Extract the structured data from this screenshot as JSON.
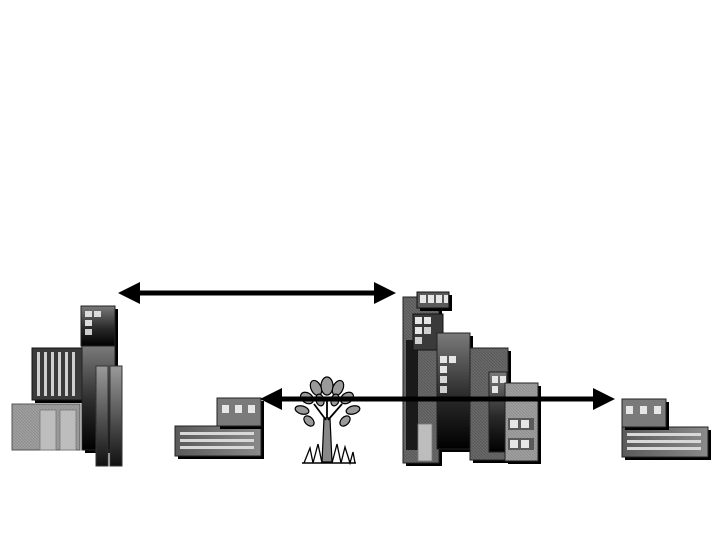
{
  "diagram": {
    "nodes": [
      {
        "id": "tower-block-left",
        "icon": "office-tower-icon"
      },
      {
        "id": "warehouse-small-left",
        "icon": "factory-icon"
      },
      {
        "id": "tree-center",
        "icon": "tree-icon"
      },
      {
        "id": "office-cluster-center",
        "icon": "office-cluster-icon"
      },
      {
        "id": "warehouse-small-right",
        "icon": "factory-icon"
      }
    ],
    "edges": [
      {
        "from": "tower-block-left",
        "to": "office-cluster-center",
        "style": "double-arrow"
      },
      {
        "from": "warehouse-small-left",
        "to": "warehouse-small-right",
        "style": "double-arrow"
      }
    ],
    "colors": {
      "background": "#ffffff",
      "arrow": "#000000",
      "building_dark": "#1a1a1a",
      "building_mid": "#6e6e6e",
      "building_light": "#a8a8a8"
    }
  }
}
